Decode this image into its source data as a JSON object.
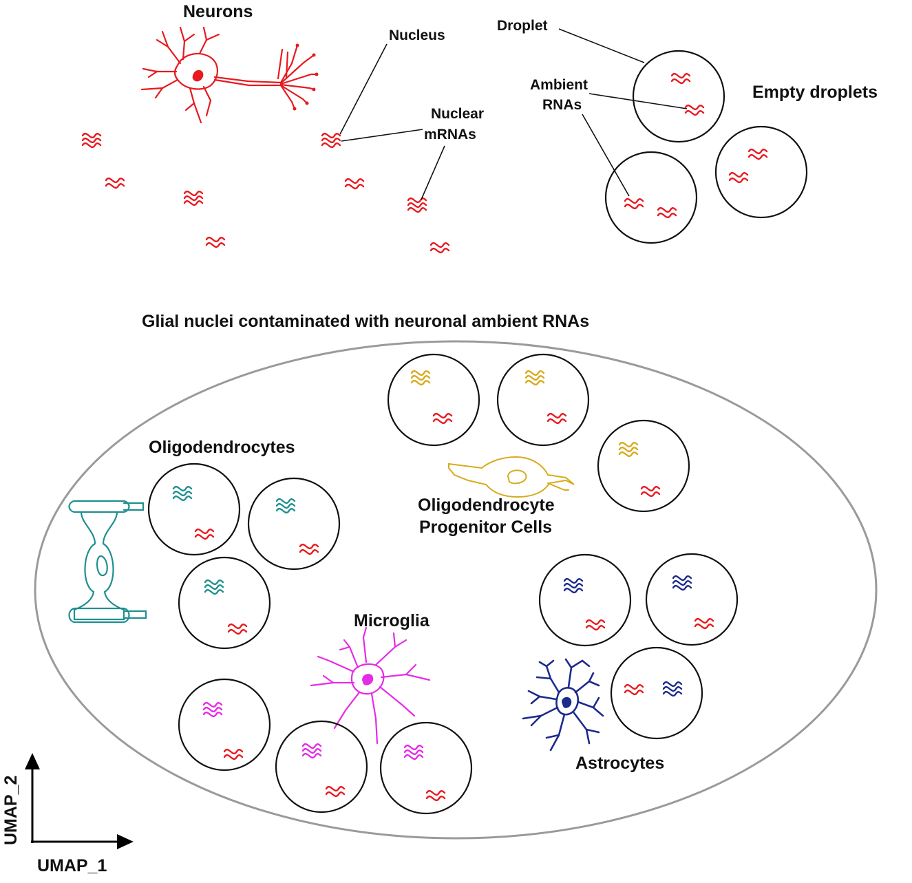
{
  "labels": {
    "neurons": "Neurons",
    "nucleus": "Nucleus",
    "nuclear_line1": "Nuclear",
    "nuclear_line2": "mRNAs",
    "droplet": "Droplet",
    "ambient_line1": "Ambient",
    "ambient_line2": "RNAs",
    "empty_droplets": "Empty droplets",
    "glial_title": "Glial nuclei contaminated with neuronal ambient RNAs",
    "oligodendrocytes": "Oligodendrocytes",
    "opc_line1": "Oligodendrocyte",
    "opc_line2": "Progenitor Cells",
    "microglia": "Microglia",
    "astrocytes": "Astrocytes",
    "axis_y": "UMAP_2",
    "axis_x": "UMAP_1"
  },
  "colors": {
    "neuron": "#e8191f",
    "oligodendrocyte": "#1f8f8f",
    "opc": "#d8aa1c",
    "microglia": "#e62be6",
    "astrocyte": "#1c2a8c",
    "outline": "#111111",
    "ellipse": "#9a9a9a"
  },
  "icons": {
    "rna": "wavy-rna-icon",
    "neuron": "neuron-icon",
    "oligodendrocyte": "oligodendrocyte-icon",
    "opc": "opc-icon",
    "microglia": "microglia-icon",
    "astrocyte": "astrocyte-icon"
  }
}
